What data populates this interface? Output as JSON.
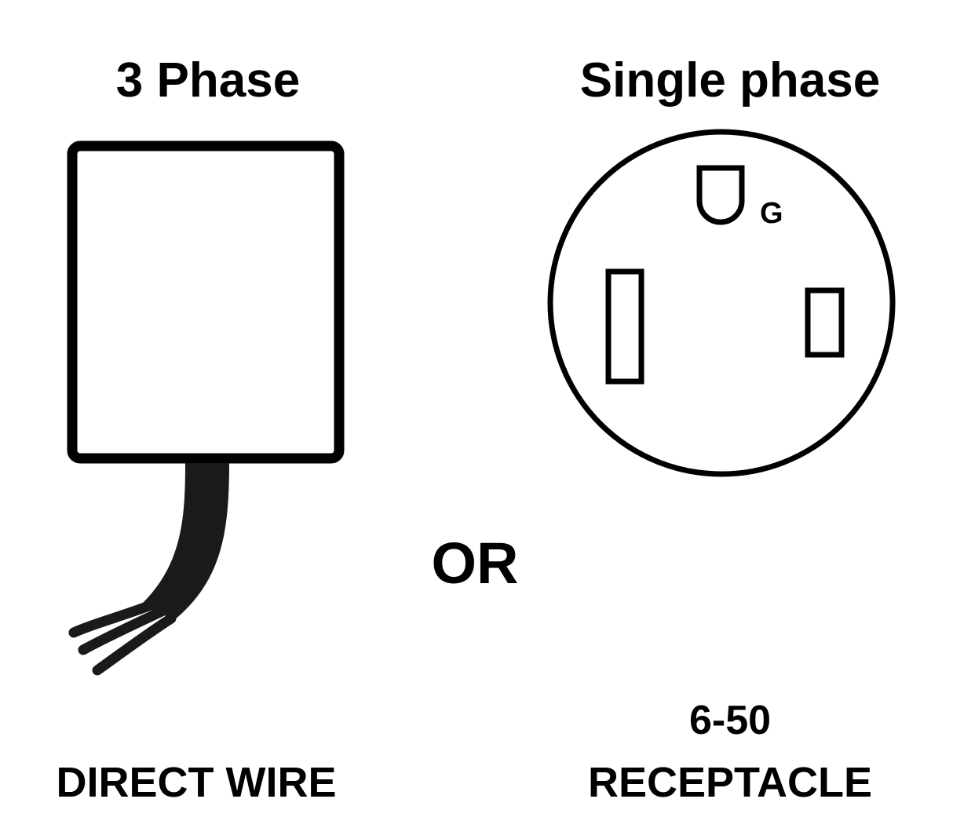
{
  "left": {
    "title": "3 Phase",
    "caption": "DIRECT WIRE"
  },
  "middle": {
    "or_text": "OR"
  },
  "right": {
    "title": "Single phase",
    "code": "6-50",
    "caption": "RECEPTACLE",
    "ground_letter": "G"
  },
  "colors": {
    "ink": "#000000",
    "background": "#ffffff",
    "cable": "#1a1a1a"
  }
}
